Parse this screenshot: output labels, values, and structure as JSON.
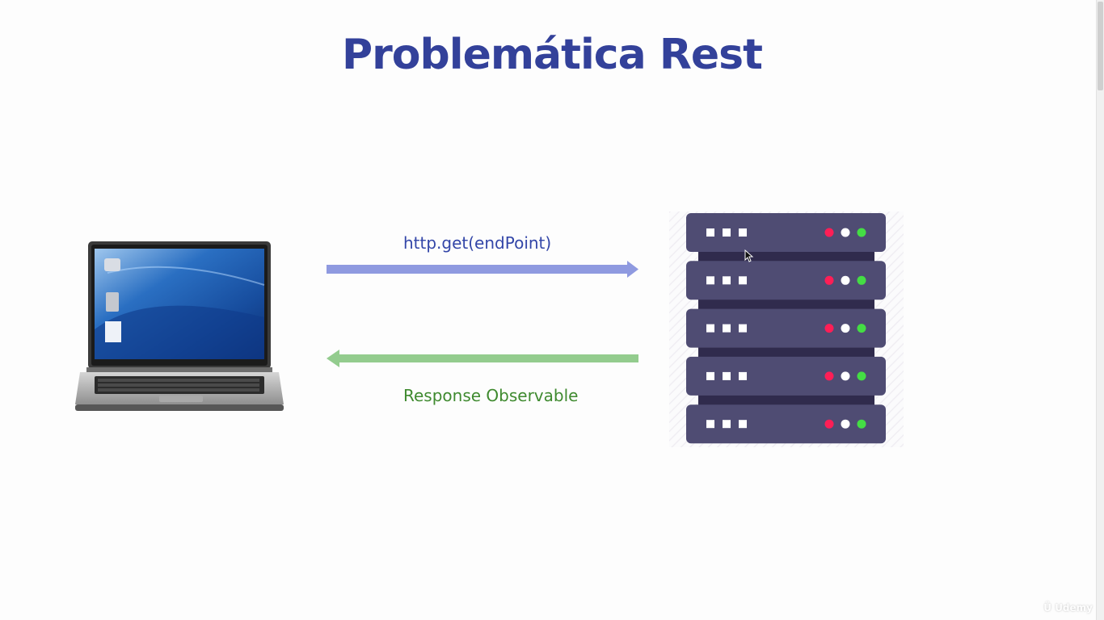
{
  "slide": {
    "title": "Problemática Rest"
  },
  "diagram": {
    "client_icon": "laptop-icon",
    "server_icon": "server-rack-icon",
    "request_label": "http.get(endPoint)",
    "response_label": "Response Observable",
    "request_arrow_color": "#8f9ae0",
    "response_arrow_color": "#93cc8e",
    "server_unit_count": 5,
    "server_led_colors": [
      "#ff1e56",
      "#ffffff",
      "#44dd44"
    ]
  },
  "colors": {
    "title": "#33419a",
    "request_text": "#3346a8",
    "response_text": "#3f8a2f",
    "server_body": "#4f4c73"
  }
}
